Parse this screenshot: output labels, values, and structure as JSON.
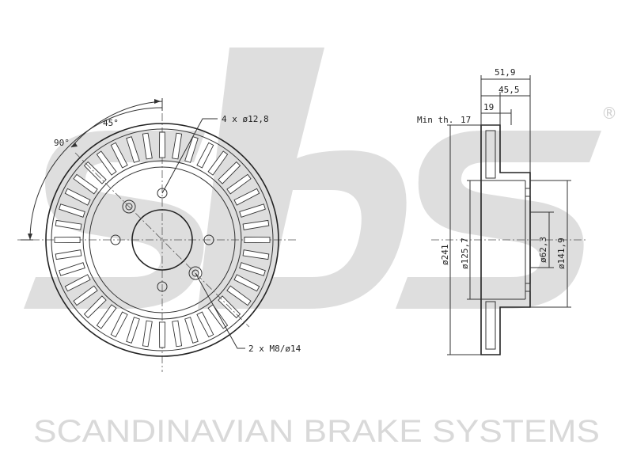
{
  "watermark": {
    "brand_footer": "SCANDINAVIAN BRAKE SYSTEMS",
    "registered_mark": "®",
    "logo_text": "sbs",
    "watermark_color": "#d9d9d9"
  },
  "front_view": {
    "angle_large": "90°",
    "angle_small": "45°",
    "bolt_holes_label": "4 x ø12,8",
    "threaded_holes_label": "2 x M8/ø14",
    "vane_count": 40
  },
  "side_view": {
    "overall_width": "51,9",
    "hat_depth": "45,5",
    "disc_thickness": "19",
    "min_thickness_label": "Min th.",
    "min_thickness_value": "17",
    "outer_diameter": "ø241",
    "hat_outer_diameter": "ø125,7",
    "center_bore": "ø62,3",
    "bolt_circle_or_recess": "ø141,9"
  },
  "colors": {
    "line": "#333333",
    "disc_fill": "#ffffff",
    "watermark": "#d9d9d9"
  }
}
